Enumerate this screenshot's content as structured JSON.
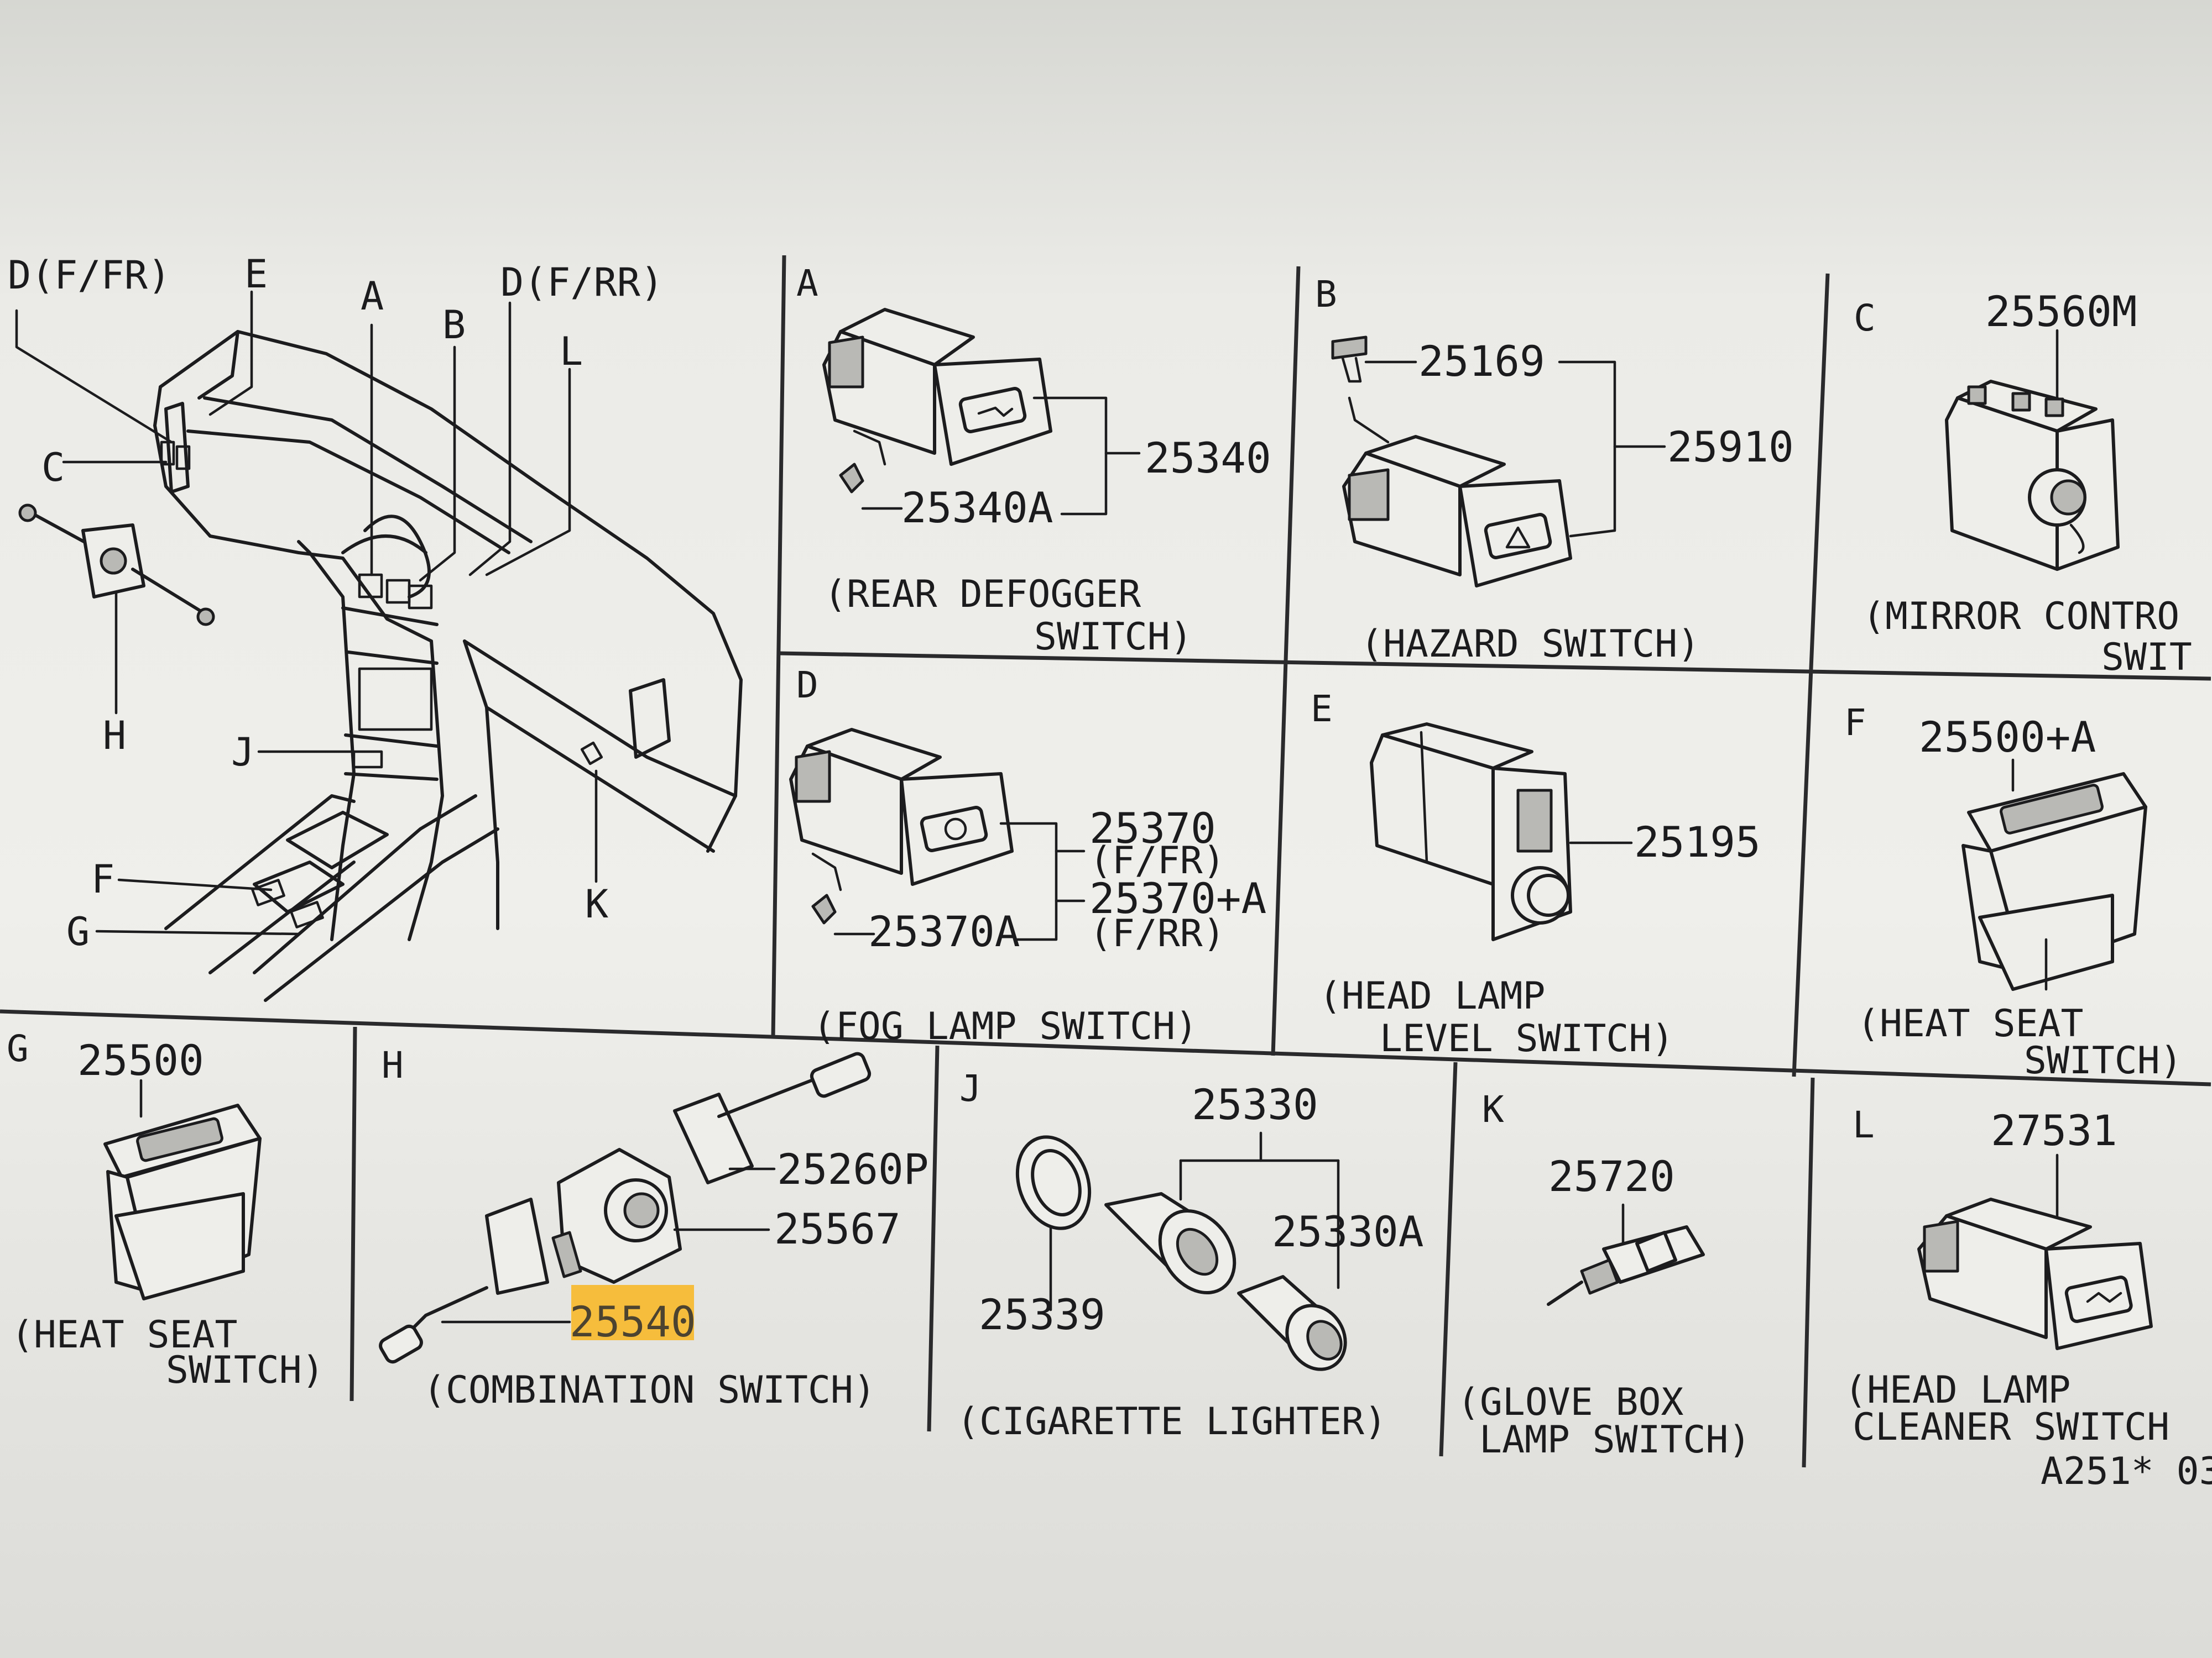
{
  "overview": {
    "callouts": [
      "D(F/FR)",
      "E",
      "A",
      "B",
      "D(F/RR)",
      "L",
      "C",
      "H",
      "J",
      "F",
      "G",
      "K"
    ]
  },
  "panels": {
    "A": {
      "letter": "A",
      "parts": [
        "25340",
        "25340A"
      ],
      "caption": [
        "(REAR DEFOGGER",
        "SWITCH)"
      ]
    },
    "B": {
      "letter": "B",
      "parts": [
        "25169",
        "25910"
      ],
      "caption": [
        "(HAZARD SWITCH)"
      ]
    },
    "C": {
      "letter": "C",
      "parts": [
        "25560M"
      ],
      "caption": [
        "(MIRROR CONTRO",
        "SWIT"
      ]
    },
    "D": {
      "letter": "D",
      "parts": [
        "25370",
        "(F/FR)",
        "25370+A",
        "(F/RR)",
        "25370A"
      ],
      "caption": [
        "(FOG LAMP SWITCH)"
      ]
    },
    "E": {
      "letter": "E",
      "parts": [
        "25195"
      ],
      "caption": [
        "(HEAD LAMP",
        "LEVEL SWITCH)"
      ]
    },
    "F": {
      "letter": "F",
      "parts": [
        "25500+A"
      ],
      "caption": [
        "(HEAT SEAT",
        "SWITCH)"
      ]
    },
    "G": {
      "letter": "G",
      "parts": [
        "25500"
      ],
      "caption": [
        "(HEAT SEAT",
        "SWITCH)"
      ]
    },
    "H": {
      "letter": "H",
      "parts": [
        "25260P",
        "25567",
        "25540"
      ],
      "caption": [
        "(COMBINATION SWITCH)"
      ],
      "highlighted_part": "25540",
      "highlight_color": "#f6bd3c"
    },
    "J": {
      "letter": "J",
      "parts": [
        "25330",
        "25330A",
        "25339"
      ],
      "caption": [
        "(CIGARETTE LIGHTER)"
      ]
    },
    "K": {
      "letter": "K",
      "parts": [
        "25720"
      ],
      "caption": [
        "(GLOVE BOX",
        "LAMP SWITCH)"
      ]
    },
    "L": {
      "letter": "L",
      "parts": [
        "27531"
      ],
      "caption": [
        "(HEAD LAMP",
        "CLEANER SWITCH"
      ]
    }
  },
  "drawing_code": "A251* 03",
  "colors": {
    "ink": "#1c1c1e",
    "paper": "#efefeb",
    "highlight": "#f6bd3c"
  }
}
